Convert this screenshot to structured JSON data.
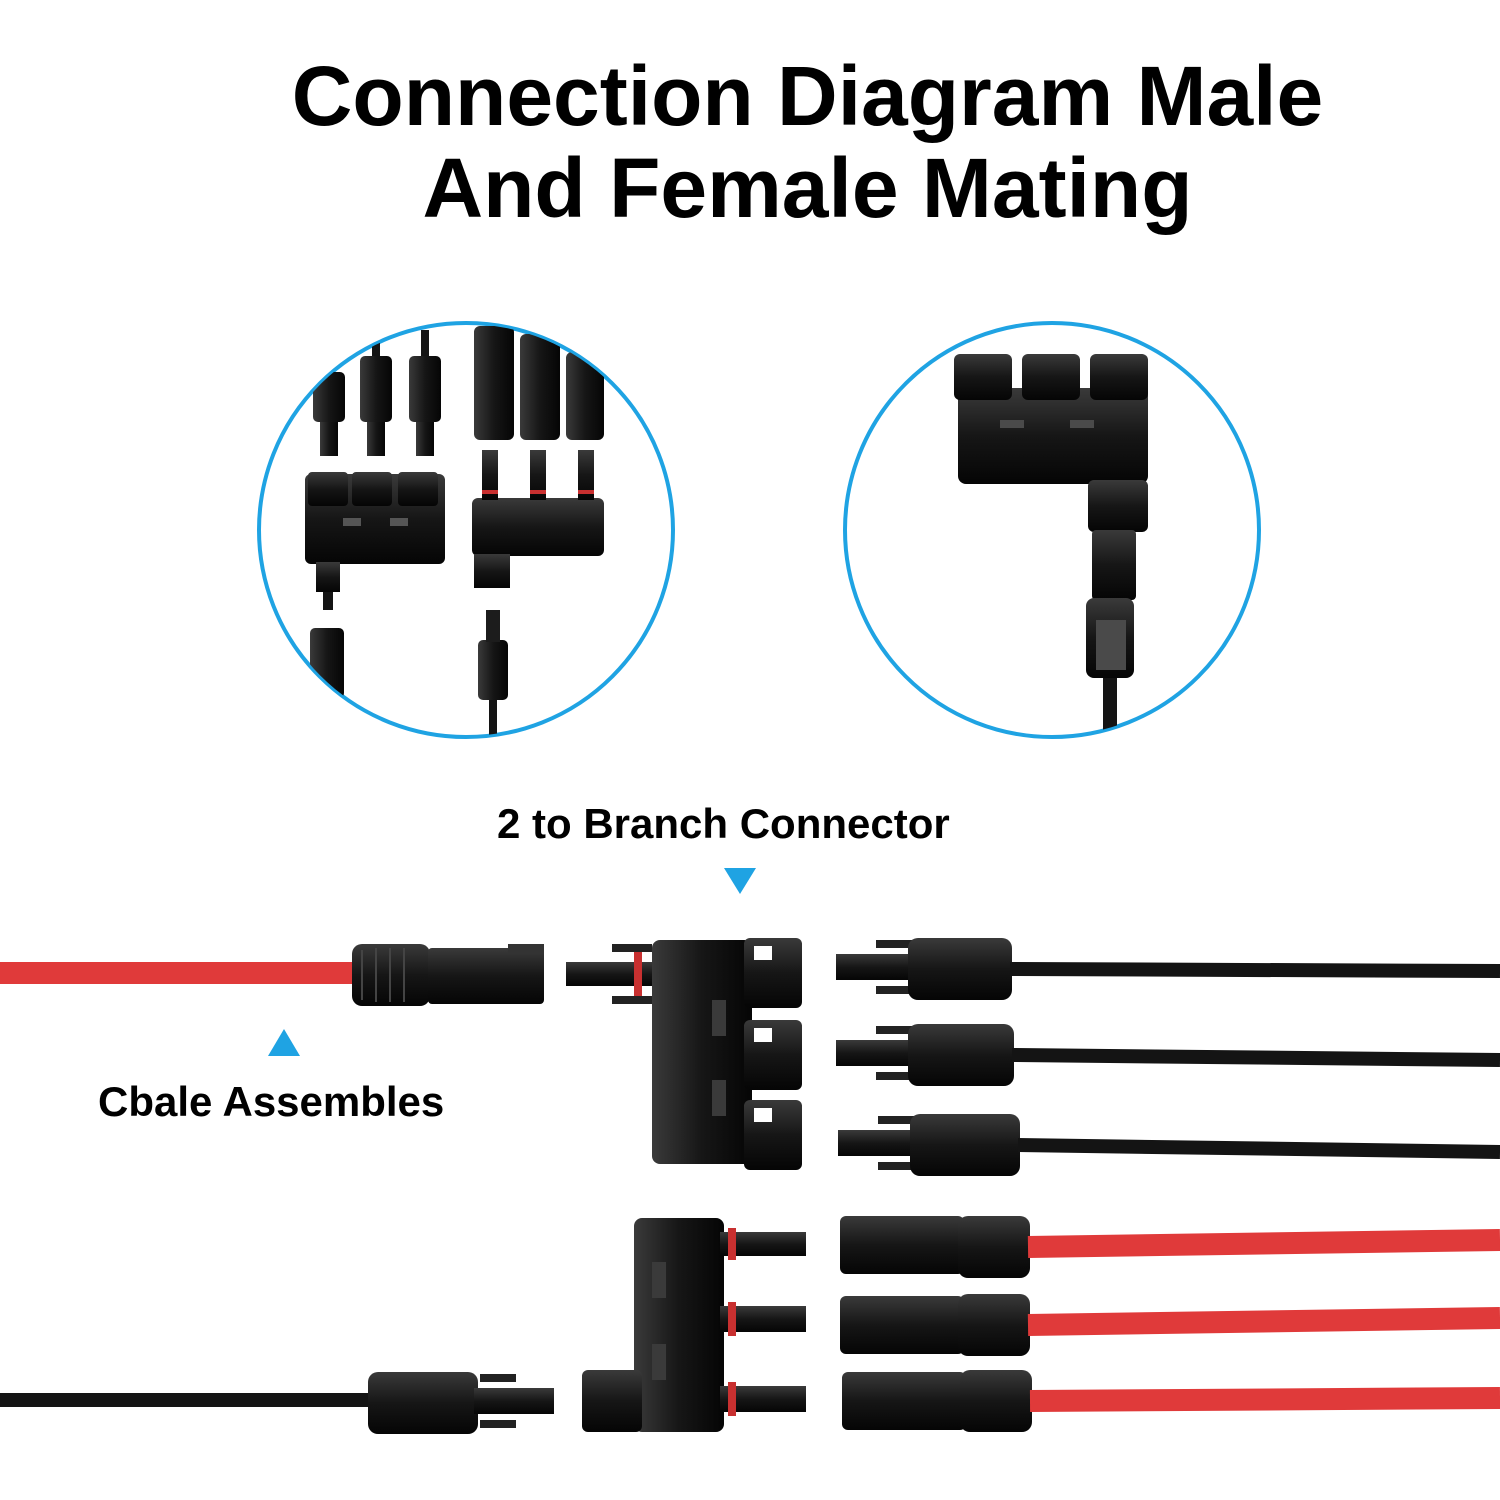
{
  "title": {
    "line1": "Connection Diagram Male",
    "line2": "And Female Mating"
  },
  "labels": {
    "branch_connector": "2 to Branch Connector",
    "cable_assemblies": "Cbale Assembles"
  },
  "colors": {
    "accent": "#1fa3e3",
    "red_cable": "#e03a3a",
    "black_cable": "#141414",
    "background": "#ffffff"
  },
  "icons": {
    "marker": "triangle-icon"
  }
}
